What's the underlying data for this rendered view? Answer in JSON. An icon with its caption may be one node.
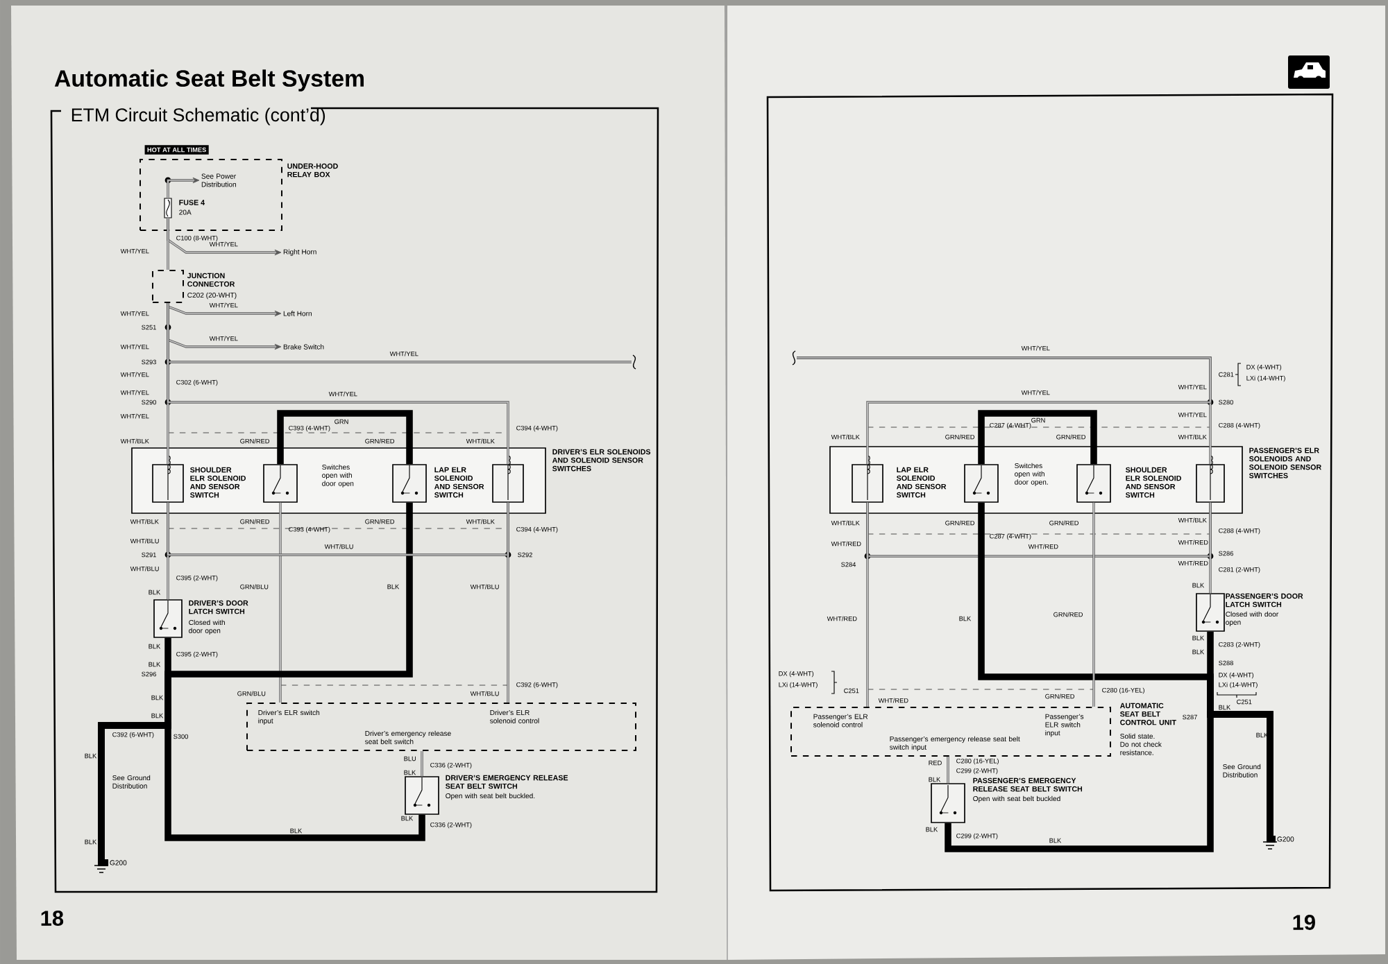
{
  "diagram": {
    "title": "Automatic Seat Belt System",
    "nodes": [
      {
        "text": [
          "UNDER-HOOD RELAY BOX"
        ]
      },
      {
        "text": [],
        "shape": "fuse",
        "beside": [
          "FUSE 4",
          "20A"
        ],
        "in": 0
      },
      {
        "text": [
          "See Power Distribution"
        ],
        "in": 0
      },
      {
        "text": [
          "Right Horn"
        ]
      },
      {
        "text": [
          "JUNCTION CONNECTOR",
          "C202 (20-WHT)"
        ]
      },
      {
        "text": [
          "Left Horn"
        ]
      },
      {
        "text": [
          "Brake Switch"
        ]
      },
      {
        "text": [
          "DRIVER’S ELR SOLENOIDS AND SOLENOID SENSOR SWITCHES"
        ]
      },
      {
        "text": [],
        "shape": "box",
        "in": 7
      },
      {
        "text": [],
        "shape": "box",
        "in": 7
      },
      {
        "text": [],
        "shape": "box",
        "in": 7
      },
      {
        "text": [],
        "shape": "box",
        "in": 7
      },
      {
        "text": [],
        "shape": "box",
        "beside": [
          "DRIVER’S DOOR LATCH SWITCH",
          "Closed with door open"
        ]
      },
      {
        "text": [
          "Driver’s ELR switch input",
          "Driver’s ELR solenoid control",
          "Driver’s emergency release seat belt switch"
        ]
      },
      {
        "text": [],
        "shape": "box",
        "beside": [
          "DRIVER’S EMERGENCY RELEASE SEAT BELT SWITCH",
          "Open with seat belt buckled."
        ]
      },
      {
        "text": [
          "G200"
        ]
      },
      {
        "text": [
          "PASSENGER’S ELR SOLENOIDS AND SOLENOID SENSOR SWITCHES"
        ]
      },
      {
        "text": [],
        "shape": "box",
        "in": 16
      },
      {
        "text": [],
        "shape": "box",
        "in": 16
      },
      {
        "text": [],
        "shape": "box",
        "in": 16
      },
      {
        "text": [],
        "shape": "box",
        "in": 16
      },
      {
        "text": [],
        "shape": "box",
        "beside": [
          "PASSENGER’S DOOR LATCH SWITCH",
          "Closed with door open"
        ]
      },
      {
        "text": [
          "Passenger’s ELR solenoid control",
          "Passenger’s ELR switch input",
          "Passenger’s emergency release seat belt switch input",
          "AUTOMATIC SEAT BELT CONTROL UNIT",
          "Solid state. Do not check resistance."
        ]
      },
      {
        "text": [],
        "shape": "box",
        "beside": [
          "PASSENGER’S EMERGENCY RELEASE SEAT BELT SWITCH",
          "Open with seat belt buckled"
        ]
      },
      {
        "text": [
          "G200"
        ]
      }
    ],
    "edges": [
      {
        "from": 1,
        "to": 2,
        "arrow": "to"
      },
      {
        "from": 1,
        "to": 3,
        "arrow": "to"
      },
      {
        "from": 1,
        "to": 4,
        "arrow": "none"
      },
      {
        "from": 4,
        "to": 5,
        "arrow": "to"
      },
      {
        "from": 4,
        "to": 6,
        "arrow": "to"
      },
      {
        "from": 4,
        "to": null,
        "arrow": "none"
      },
      {
        "from": 4,
        "to": 8,
        "arrow": "none"
      },
      {
        "from": 4,
        "to": 11,
        "arrow": "none"
      },
      {
        "from": 9,
        "to": 10,
        "arrow": "none",
        "style": "thick"
      },
      {
        "from": 9,
        "to": 13,
        "arrow": "none"
      },
      {
        "from": 10,
        "to": 15,
        "arrow": "none",
        "style": "thick"
      },
      {
        "from": 8,
        "to": 12,
        "arrow": "none"
      },
      {
        "from": 8,
        "to": 11,
        "arrow": "none"
      },
      {
        "from": 11,
        "to": 13,
        "arrow": "none"
      },
      {
        "from": 12,
        "to": 15,
        "arrow": "none",
        "style": "thick"
      },
      {
        "from": 13,
        "to": 14,
        "arrow": "none"
      },
      {
        "from": 14,
        "to": 15,
        "arrow": "none",
        "style": "thick"
      },
      {
        "from": null,
        "to": 20,
        "arrow": "none"
      },
      {
        "from": null,
        "to": 17,
        "arrow": "none"
      },
      {
        "from": 18,
        "to": 19,
        "arrow": "none",
        "style": "thick"
      },
      {
        "from": 17,
        "to": 20,
        "arrow": "none"
      },
      {
        "from": 17,
        "to": 22,
        "arrow": "none"
      },
      {
        "from": 20,
        "to": 21,
        "arrow": "none"
      },
      {
        "from": 18,
        "to": 24,
        "arrow": "none",
        "style": "thick"
      },
      {
        "from": 19,
        "to": 22,
        "arrow": "none"
      },
      {
        "from": 21,
        "to": 24,
        "arrow": "none",
        "style": "thick"
      },
      {
        "from": 22,
        "to": 23,
        "arrow": "none"
      },
      {
        "from": 23,
        "to": 24,
        "arrow": "none",
        "style": "thick"
      }
    ],
    "labels": [
      "ETM Circuit Schematic (cont’d)",
      "HOT AT ALL TIMES",
      "C100 (8-WHT)",
      "WHT/YEL",
      "WHT/YEL",
      "WHT/YEL",
      "WHT/YEL",
      "S251",
      "WHT/YEL",
      "WHT/YEL",
      "S293",
      "WHT/YEL",
      "WHT/YEL",
      "C302 (6-WHT)",
      "WHT/YEL",
      "S290",
      "WHT/YEL",
      "WHT/YEL",
      "C393 (4-WHT)",
      "GRN",
      "C394 (4-WHT)",
      "WHT/BLK",
      "GRN/RED",
      "GRN/RED",
      "WHT/BLK",
      "SHOULDER ELR SOLENOID AND SENSOR SWITCH",
      "Switches open with door open",
      "LAP ELR SOLENOID AND SENSOR SWITCH",
      "WHT/BLK",
      "GRN/RED",
      "C393 (4-WHT)",
      "GRN/RED",
      "WHT/BLK",
      "C394 (4-WHT)",
      "WHT/BLU",
      "S291",
      "WHT/BLU",
      "S292",
      "WHT/BLU",
      "C395 (2-WHT)",
      "BLK",
      "GRN/BLU",
      "BLK",
      "WHT/BLU",
      "BLK",
      "C395 (2-WHT)",
      "BLK",
      "S296",
      "C392 (6-WHT)",
      "BLK",
      "GRN/BLU",
      "WHT/BLU",
      "BLK",
      "C392 (6-WHT)",
      "S300",
      "BLK",
      "See Ground Distribution",
      "BLU",
      "C336 (2-WHT)",
      "BLK",
      "BLK",
      "C336 (2-WHT)",
      "BLK",
      "BLK",
      "18",
      "WHT/YEL",
      "C281",
      "DX (4-WHT)",
      "LXi (14-WHT)",
      "WHT/YEL",
      "S280",
      "WHT/YEL",
      "WHT/YEL",
      "C287 (4-WHT)",
      "GRN",
      "C288 (4-WHT)",
      "WHT/BLK",
      "GRN/RED",
      "GRN/RED",
      "WHT/BLK",
      "LAP ELR SOLENOID AND SENSOR SWITCH",
      "Switches open with door open.",
      "SHOULDER ELR SOLENOID AND SENSOR SWITCH",
      "WHT/BLK",
      "GRN/RED",
      "C287 (4-WHT)",
      "GRN/RED",
      "WHT/BLK",
      "C288 (4-WHT)",
      "WHT/RED",
      "S284",
      "WHT/RED",
      "WHT/RED",
      "S286",
      "WHT/RED",
      "C281 (2-WHT)",
      "BLK",
      "WHT/RED",
      "BLK",
      "GRN/RED",
      "BLK",
      "C283 (2-WHT)",
      "BLK",
      "S288",
      "DX (4-WHT)",
      "LXi (14-WHT)",
      "C251",
      "DX (4-WHT)",
      "LXi (14-WHT)",
      "C251",
      "WHT/RED",
      "GRN/RED",
      "C280 (16-YEL)",
      "S287",
      "BLK",
      "BLK",
      "See Ground Distribution",
      "RED",
      "C280 (16-YEL)",
      "C299 (2-WHT)",
      "BLK",
      "BLK",
      "C299 (2-WHT)",
      "BLK",
      "19"
    ]
  }
}
